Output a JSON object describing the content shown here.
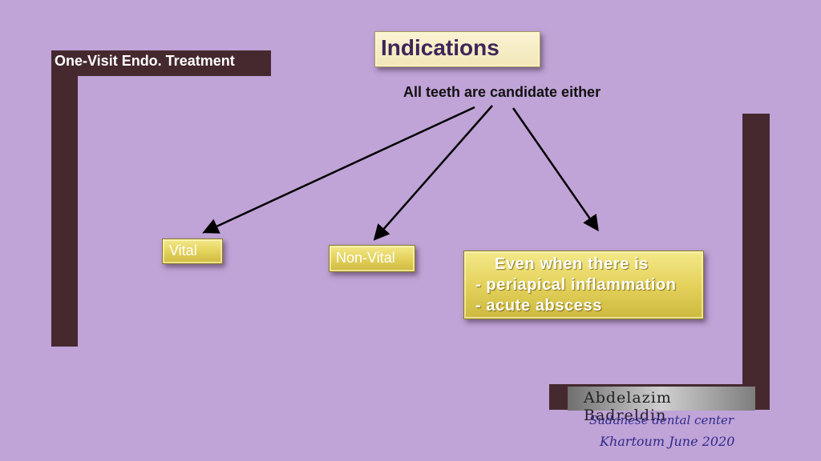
{
  "header": {
    "section_label": "One-Visit Endo. Treatment",
    "title": "Indications"
  },
  "diagram": {
    "root": "All teeth are candidate either",
    "nodes": {
      "vital": "Vital",
      "non_vital": "Non-Vital",
      "even_when": {
        "line1": "Even when there is",
        "line2": "- periapical  inflammation",
        "line3": "- acute abscess"
      }
    }
  },
  "footer": {
    "author": "Abdelazim  Badreldin",
    "center": "Sudanese dental center",
    "place_date": "Khartoum June 2020"
  },
  "colors": {
    "background": "#c0a3d7",
    "frame": "#45292f",
    "gold": "#e4d25c",
    "footer_text": "#2f2a8a"
  }
}
